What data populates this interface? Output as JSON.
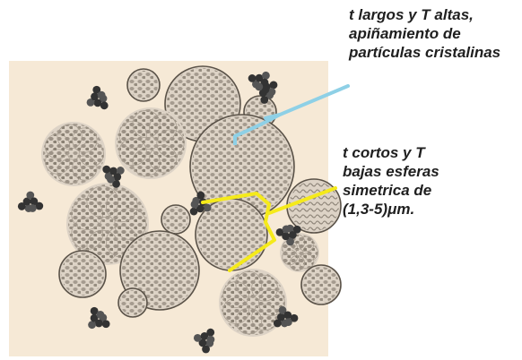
{
  "labels": {
    "long_time": [
      "t largos y T altas,",
      "apiñamiento de",
      "partículas cristalinas"
    ],
    "short_time": [
      "t cortos y T",
      "bajas esferas",
      "simetrica de",
      "(1,3-5)μm."
    ]
  },
  "colors": {
    "panel_background": "#f6e9d6",
    "sphere_fill": "#ddd3c6",
    "sphere_outline": "#5a5248",
    "particle": "#8e8578",
    "dark_particle": "#333333",
    "pointer_blue": "#8ed0e6",
    "pointer_yellow": "#f5ea1a"
  }
}
